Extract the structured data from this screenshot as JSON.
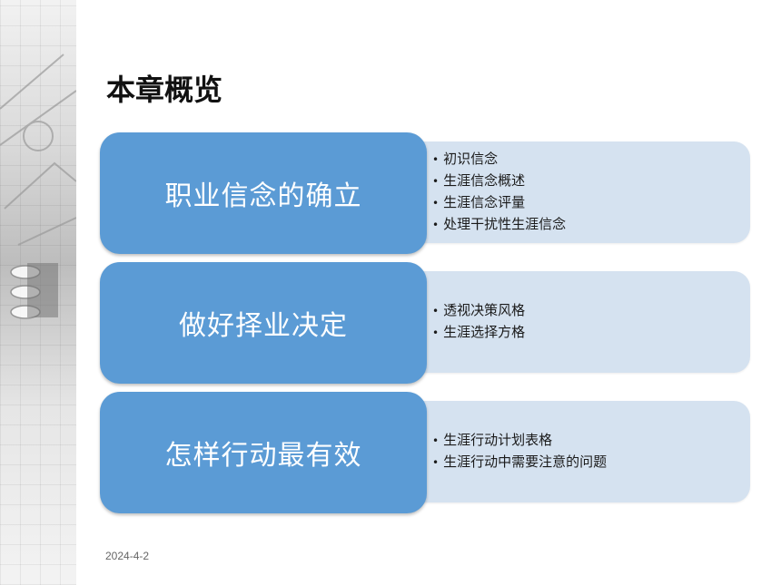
{
  "slide": {
    "title": "本章概览",
    "date": "2024-4-2"
  },
  "rows": [
    {
      "label": "职业信念的确立",
      "items": [
        "初识信念",
        "生涯信念概述",
        "生涯信念评量",
        "处理干扰性生涯信念"
      ]
    },
    {
      "label": "做好择业决定",
      "items": [
        "透视决策风格",
        "生涯选择方格"
      ]
    },
    {
      "label": "怎样行动最有效",
      "items": [
        "生涯行动计划表格",
        "生涯行动中需要注意的问题"
      ]
    }
  ],
  "colors": {
    "main_box": "#5b9bd5",
    "detail_box": "#d5e2f0"
  }
}
